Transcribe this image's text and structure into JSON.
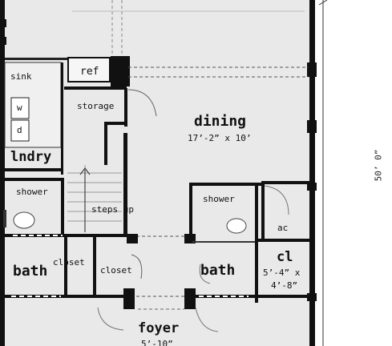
{
  "plan": {
    "rooms": {
      "sink": "sink",
      "ref": "ref",
      "washer": "w",
      "dryer": "d",
      "laundry": "lndry",
      "storage": "storage",
      "dining": "dining",
      "dining_size": "17’-2” x 10’",
      "shower_left": "shower",
      "steps": "steps up",
      "shower_right": "shower",
      "ac": "ac",
      "bath_left": "bath",
      "closet_left": "closet",
      "closet_mid": "closet",
      "bath_right": "bath",
      "cl": "cl",
      "cl_size_1": "5’-4” x",
      "cl_size_2": "4’-8”",
      "foyer": "foyer",
      "foyer_size": "5’-10”"
    },
    "overall_dimension": "50’ 0”"
  }
}
